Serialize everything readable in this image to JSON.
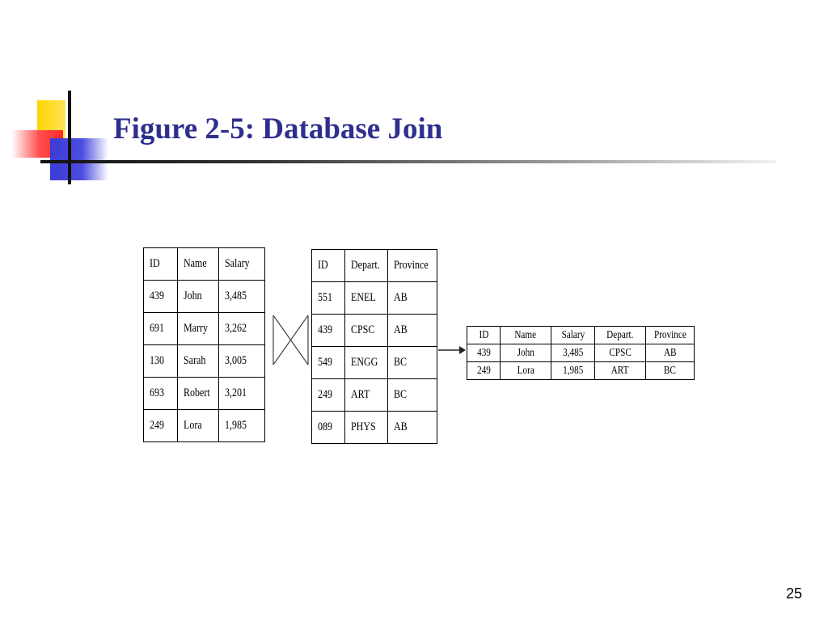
{
  "slide": {
    "title": "Figure 2-5: Database Join",
    "number": "25"
  },
  "tables": {
    "employees": {
      "headers": [
        "ID",
        "Name",
        "Salary"
      ],
      "rows": [
        [
          "439",
          "John",
          "3,485"
        ],
        [
          "691",
          "Marry",
          "3,262"
        ],
        [
          "130",
          "Sarah",
          "3,005"
        ],
        [
          "693",
          "Robert",
          "3,201"
        ],
        [
          "249",
          "Lora",
          "1,985"
        ]
      ]
    },
    "departments": {
      "headers": [
        "ID",
        "Depart.",
        "Province"
      ],
      "rows": [
        [
          "551",
          "ENEL",
          "AB"
        ],
        [
          "439",
          "CPSC",
          "AB"
        ],
        [
          "549",
          "ENGG",
          "BC"
        ],
        [
          "249",
          "ART",
          "BC"
        ],
        [
          "089",
          "PHYS",
          "AB"
        ]
      ]
    },
    "joined": {
      "headers": [
        "ID",
        "Name",
        "Salary",
        "Depart.",
        "Province"
      ],
      "rows": [
        [
          "439",
          "John",
          "3,485",
          "CPSC",
          "AB"
        ],
        [
          "249",
          "Lora",
          "1,985",
          "ART",
          "BC"
        ]
      ]
    }
  }
}
